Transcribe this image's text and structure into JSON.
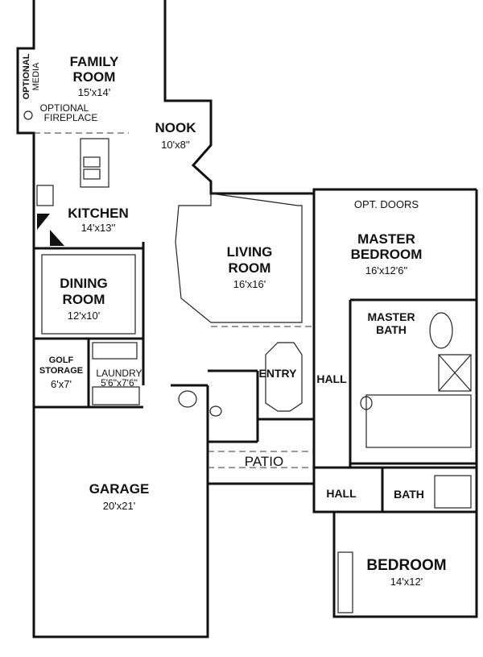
{
  "rooms": {
    "family": {
      "name1": "FAMILY",
      "name2": "ROOM",
      "size": "15'x14'"
    },
    "media": {
      "name1": "OPTIONAL",
      "name2": "MEDIA"
    },
    "fireplace": {
      "name1": "OPTIONAL",
      "name2": "FIREPLACE"
    },
    "nook": {
      "name": "NOOK",
      "size": "10'x8''"
    },
    "kitchen": {
      "name": "KITCHEN",
      "size": "14'x13''"
    },
    "dining": {
      "name1": "DINING",
      "name2": "ROOM",
      "size": "12'x10'"
    },
    "living": {
      "name1": "LIVING",
      "name2": "ROOM",
      "size": "16'x16'"
    },
    "master_bedroom": {
      "name1": "MASTER",
      "name2": "BEDROOM",
      "size": "16'x12'6\""
    },
    "opt_doors": "OPT. DOORS",
    "master_bath": {
      "name1": "MASTER",
      "name2": "BATH"
    },
    "golf": {
      "name1": "GOLF",
      "name2": "STORAGE",
      "size": "6'x7'"
    },
    "laundry": {
      "name": "LAUNDRY",
      "size": "5'6\"x7'6\""
    },
    "entry": "ENTRY",
    "hall_upper": "HALL",
    "hall_lower": "HALL",
    "bath": "BATH",
    "patio": "PATIO",
    "garage": {
      "name": "GARAGE",
      "size": "20'x21'"
    },
    "bedroom": {
      "name": "BEDROOM",
      "size": "14'x12'"
    }
  }
}
